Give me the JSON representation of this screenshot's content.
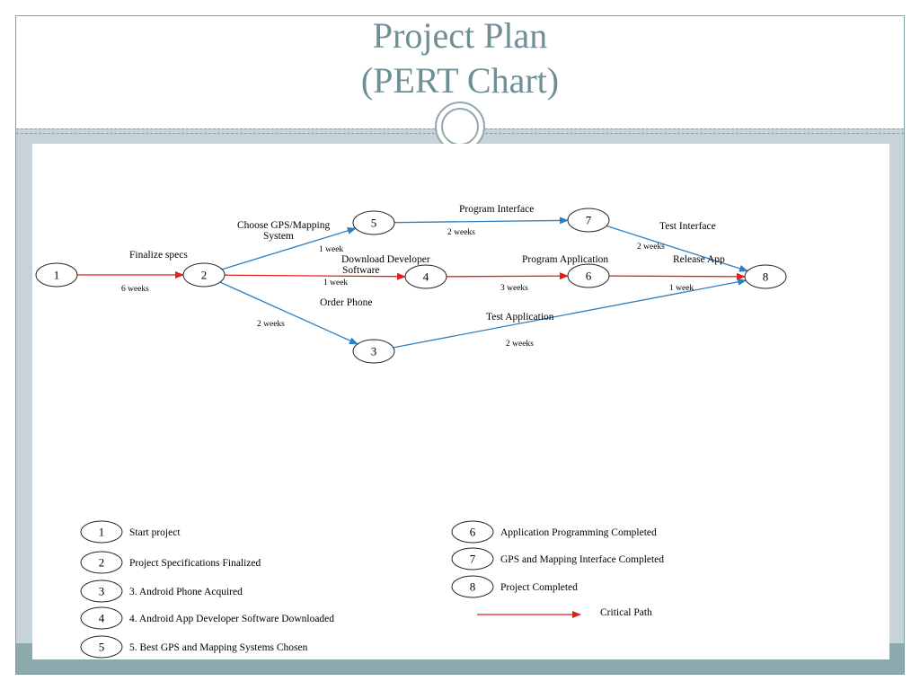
{
  "slide": {
    "title_line1": "Project Plan",
    "title_line2": "(PERT Chart)"
  },
  "colors": {
    "critical": "#e0201a",
    "normal": "#2f7fbf",
    "title": "#6f8f96",
    "frame": "#8ea9ad"
  },
  "nodes": [
    {
      "id": "1",
      "label": "1"
    },
    {
      "id": "2",
      "label": "2"
    },
    {
      "id": "3",
      "label": "3"
    },
    {
      "id": "4",
      "label": "4"
    },
    {
      "id": "5",
      "label": "5"
    },
    {
      "id": "6",
      "label": "6"
    },
    {
      "id": "7",
      "label": "7"
    },
    {
      "id": "8",
      "label": "8"
    }
  ],
  "edges": [
    {
      "from": "1",
      "to": "2",
      "task": "Finalize specs",
      "duration": "6 weeks",
      "critical": true
    },
    {
      "from": "2",
      "to": "5",
      "task_lines": [
        "Choose GPS/Mapping",
        "System"
      ],
      "duration": "1 week",
      "critical": false
    },
    {
      "from": "2",
      "to": "4",
      "task_lines": [
        "Download Developer",
        "Software"
      ],
      "duration": "1 week",
      "critical": true
    },
    {
      "from": "2",
      "to": "3",
      "task": "Order Phone",
      "duration": "2 weeks",
      "critical": false
    },
    {
      "from": "5",
      "to": "7",
      "task": "Program Interface",
      "duration": "2 weeks",
      "critical": false
    },
    {
      "from": "4",
      "to": "6",
      "task": "Program Application",
      "duration": "3 weeks",
      "critical": true
    },
    {
      "from": "7",
      "to": "8",
      "task": "Test Interface",
      "duration": "2 weeks",
      "critical": false
    },
    {
      "from": "6",
      "to": "8",
      "task": "Release App",
      "duration": "1 week",
      "critical": true
    },
    {
      "from": "3",
      "to": "8",
      "task": "Test Application",
      "duration": "2 weeks",
      "critical": false
    }
  ],
  "legend": {
    "items": [
      {
        "node": "1",
        "text": "Start project"
      },
      {
        "node": "2",
        "text": "Project Specifications Finalized"
      },
      {
        "node": "3",
        "text": "3. Android Phone Acquired"
      },
      {
        "node": "4",
        "text": "4. Android App Developer Software Downloaded"
      },
      {
        "node": "5",
        "text": "5. Best GPS and Mapping Systems Chosen"
      },
      {
        "node": "6",
        "text": "Application Programming Completed"
      },
      {
        "node": "7",
        "text": "GPS and Mapping Interface Completed"
      },
      {
        "node": "8",
        "text": "Project Completed"
      }
    ],
    "critical_path_label": "Critical Path"
  }
}
